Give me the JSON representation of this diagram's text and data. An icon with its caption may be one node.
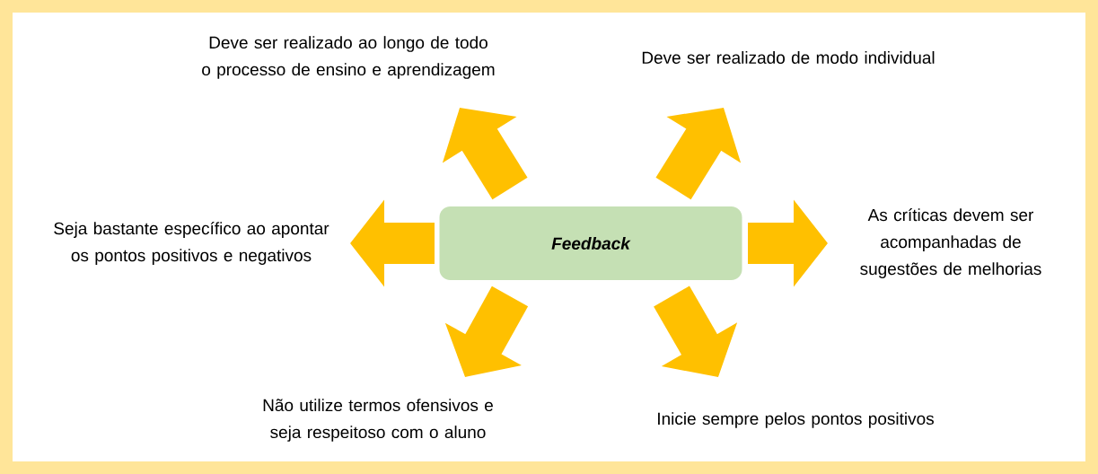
{
  "diagram": {
    "nodes": [
      {
        "text": [
          "Feedback"
        ]
      },
      {
        "text": [
          "Deve ser realizado ao longo de todo o processo de ensino e aprendizagem"
        ]
      },
      {
        "text": [
          "Deve ser realizado de modo individual"
        ]
      },
      {
        "text": [
          "Seja bastante específico ao apontar os pontos positivos e negativos"
        ]
      },
      {
        "text": [
          "As críticas devem ser acompanhadas de sugestões de melhorias"
        ]
      },
      {
        "text": [
          "Não utilize termos ofensivos e seja respeitoso com o aluno"
        ]
      },
      {
        "text": [
          "Inicie sempre pelos pontos positivos"
        ]
      }
    ],
    "edges": [
      {
        "from": 0,
        "to": 1,
        "arrow": "to"
      },
      {
        "from": 0,
        "to": 2,
        "arrow": "to"
      },
      {
        "from": 0,
        "to": 3,
        "arrow": "to"
      },
      {
        "from": 0,
        "to": 4,
        "arrow": "to"
      },
      {
        "from": 0,
        "to": 5,
        "arrow": "to"
      },
      {
        "from": 0,
        "to": 6,
        "arrow": "to"
      }
    ]
  }
}
